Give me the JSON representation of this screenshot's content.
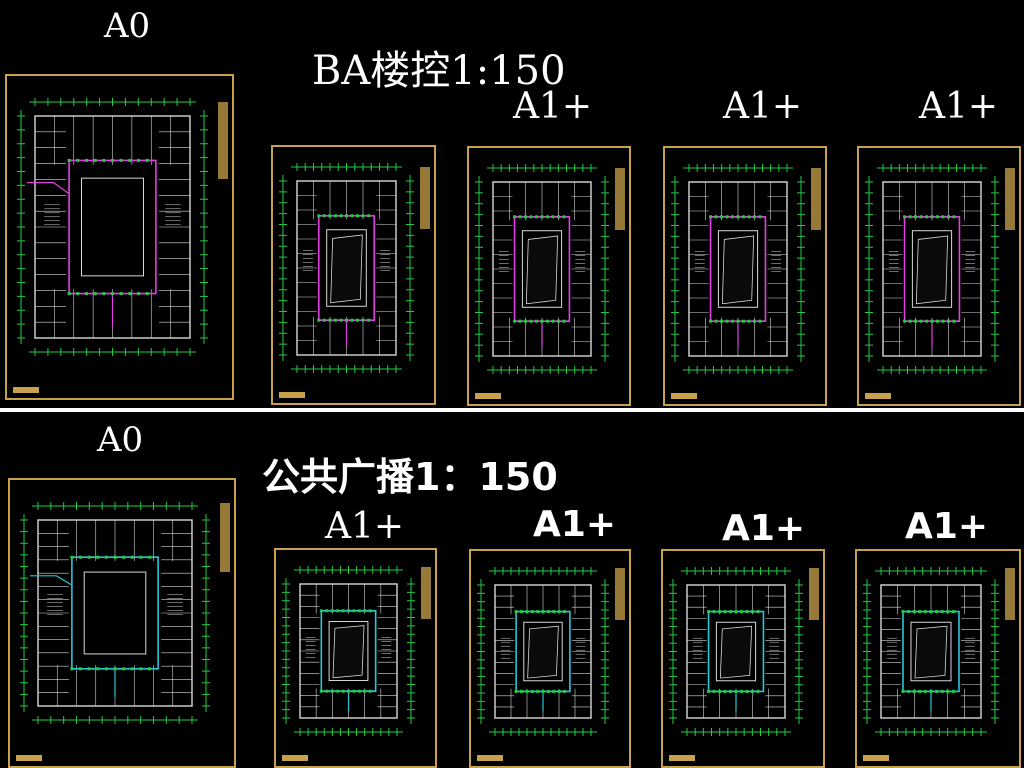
{
  "ba_section": {
    "title": "BA楼控1:150",
    "a0_label": "A0",
    "a1_labels": [
      "A1+",
      "A1+",
      "A1+"
    ]
  },
  "pa_section": {
    "title": "公共广播1：150",
    "a0_label": "A0",
    "a1_labels": [
      "A1+",
      "A1+",
      "A1+",
      "A1+"
    ]
  },
  "colors": {
    "sheet_border": "#c8a24a",
    "dimension_lines": "#22cc44",
    "ba_wiring": "#e040e0",
    "pa_wiring": "#29c6d8",
    "walls": "#d8d8d8"
  }
}
